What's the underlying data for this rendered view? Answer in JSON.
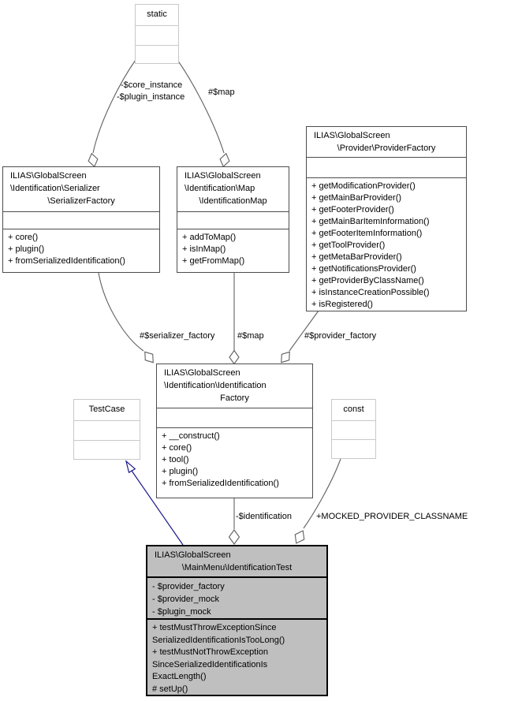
{
  "nodes": {
    "static": {
      "title": "static"
    },
    "testcase": {
      "title": "TestCase"
    },
    "const": {
      "title": "const"
    },
    "serializer_factory": {
      "title_lines": [
        "ILIAS\\GlobalScreen",
        "\\Identification\\Serializer",
        "\\SerializerFactory"
      ],
      "methods": [
        "+ core()",
        "+ plugin()",
        "+ fromSerializedIdentification()"
      ]
    },
    "identification_map": {
      "title_lines": [
        "ILIAS\\GlobalScreen",
        "\\Identification\\Map",
        "\\IdentificationMap"
      ],
      "methods": [
        "+ addToMap()",
        "+ isInMap()",
        "+ getFromMap()"
      ]
    },
    "provider_factory": {
      "title_lines": [
        "ILIAS\\GlobalScreen",
        "\\Provider\\ProviderFactory"
      ],
      "methods": [
        "+ getModificationProvider()",
        "+ getMainBarProvider()",
        "+ getFooterProvider()",
        "+ getMainBarItemInformation()",
        "+ getFooterItemInformation()",
        "+ getToolProvider()",
        "+ getMetaBarProvider()",
        "+ getNotificationsProvider()",
        "+ getProviderByClassName()",
        "+ isInstanceCreationPossible()",
        "+ isRegistered()"
      ]
    },
    "identification_factory": {
      "title_lines": [
        "ILIAS\\GlobalScreen",
        "\\Identification\\Identification",
        "Factory"
      ],
      "methods": [
        "+ __construct()",
        "+ core()",
        "+ tool()",
        "+ plugin()",
        "+ fromSerializedIdentification()"
      ]
    },
    "identification_test": {
      "title_lines": [
        "ILIAS\\GlobalScreen",
        "\\MainMenu\\IdentificationTest"
      ],
      "attributes": [
        "- $provider_factory",
        "- $provider_mock",
        "- $plugin_mock"
      ],
      "method_lines": [
        "+ testMustThrowExceptionSince",
        "SerializedIdentificationIsTooLong()",
        "+ testMustNotThrowException",
        "SinceSerializedIdentificationIs",
        "ExactLength()",
        "# setUp()"
      ]
    }
  },
  "edge_labels": {
    "core_instance": "-$core_instance",
    "plugin_instance": "-$plugin_instance",
    "map_top": "#$map",
    "serializer_factory": "#$serializer_factory",
    "map_mid": "#$map",
    "provider_factory": "#$provider_factory",
    "identification": "-$identification",
    "mocked_provider": "+MOCKED_PROVIDER_CLASSNAME"
  },
  "colors": {
    "edge": "#606060",
    "inheritance_edge": "#1a1a8c",
    "class_border": "#4d4d4d",
    "external_border": "#c9c9c9",
    "highlight_fill": "#bfbfbf",
    "highlight_border": "#000000",
    "background": "#ffffff",
    "text": "#000000"
  }
}
